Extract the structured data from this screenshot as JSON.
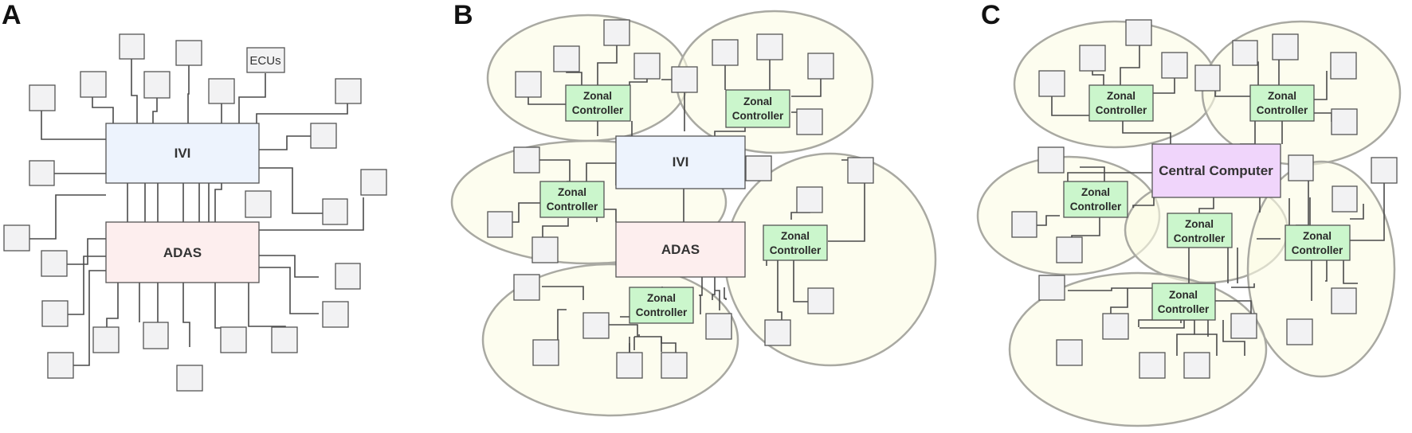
{
  "panels": [
    {
      "id": "A",
      "label": "A"
    },
    {
      "id": "B",
      "label": "B"
    },
    {
      "id": "C",
      "label": "C"
    }
  ],
  "labels": {
    "ivi": "IVI",
    "adas": "ADAS",
    "ecus": "ECUs",
    "zonal_line1": "Zonal",
    "zonal_line2": "Controller",
    "central": "Central Computer"
  },
  "colors": {
    "ivi_fill": "#edf3fd",
    "adas_fill": "#fdeeee",
    "zonal_fill": "#cbf6cc",
    "central_fill": "#f0d5fb",
    "zone_fill": "#fbfbe4",
    "ecu_fill": "#f2f2f3"
  }
}
